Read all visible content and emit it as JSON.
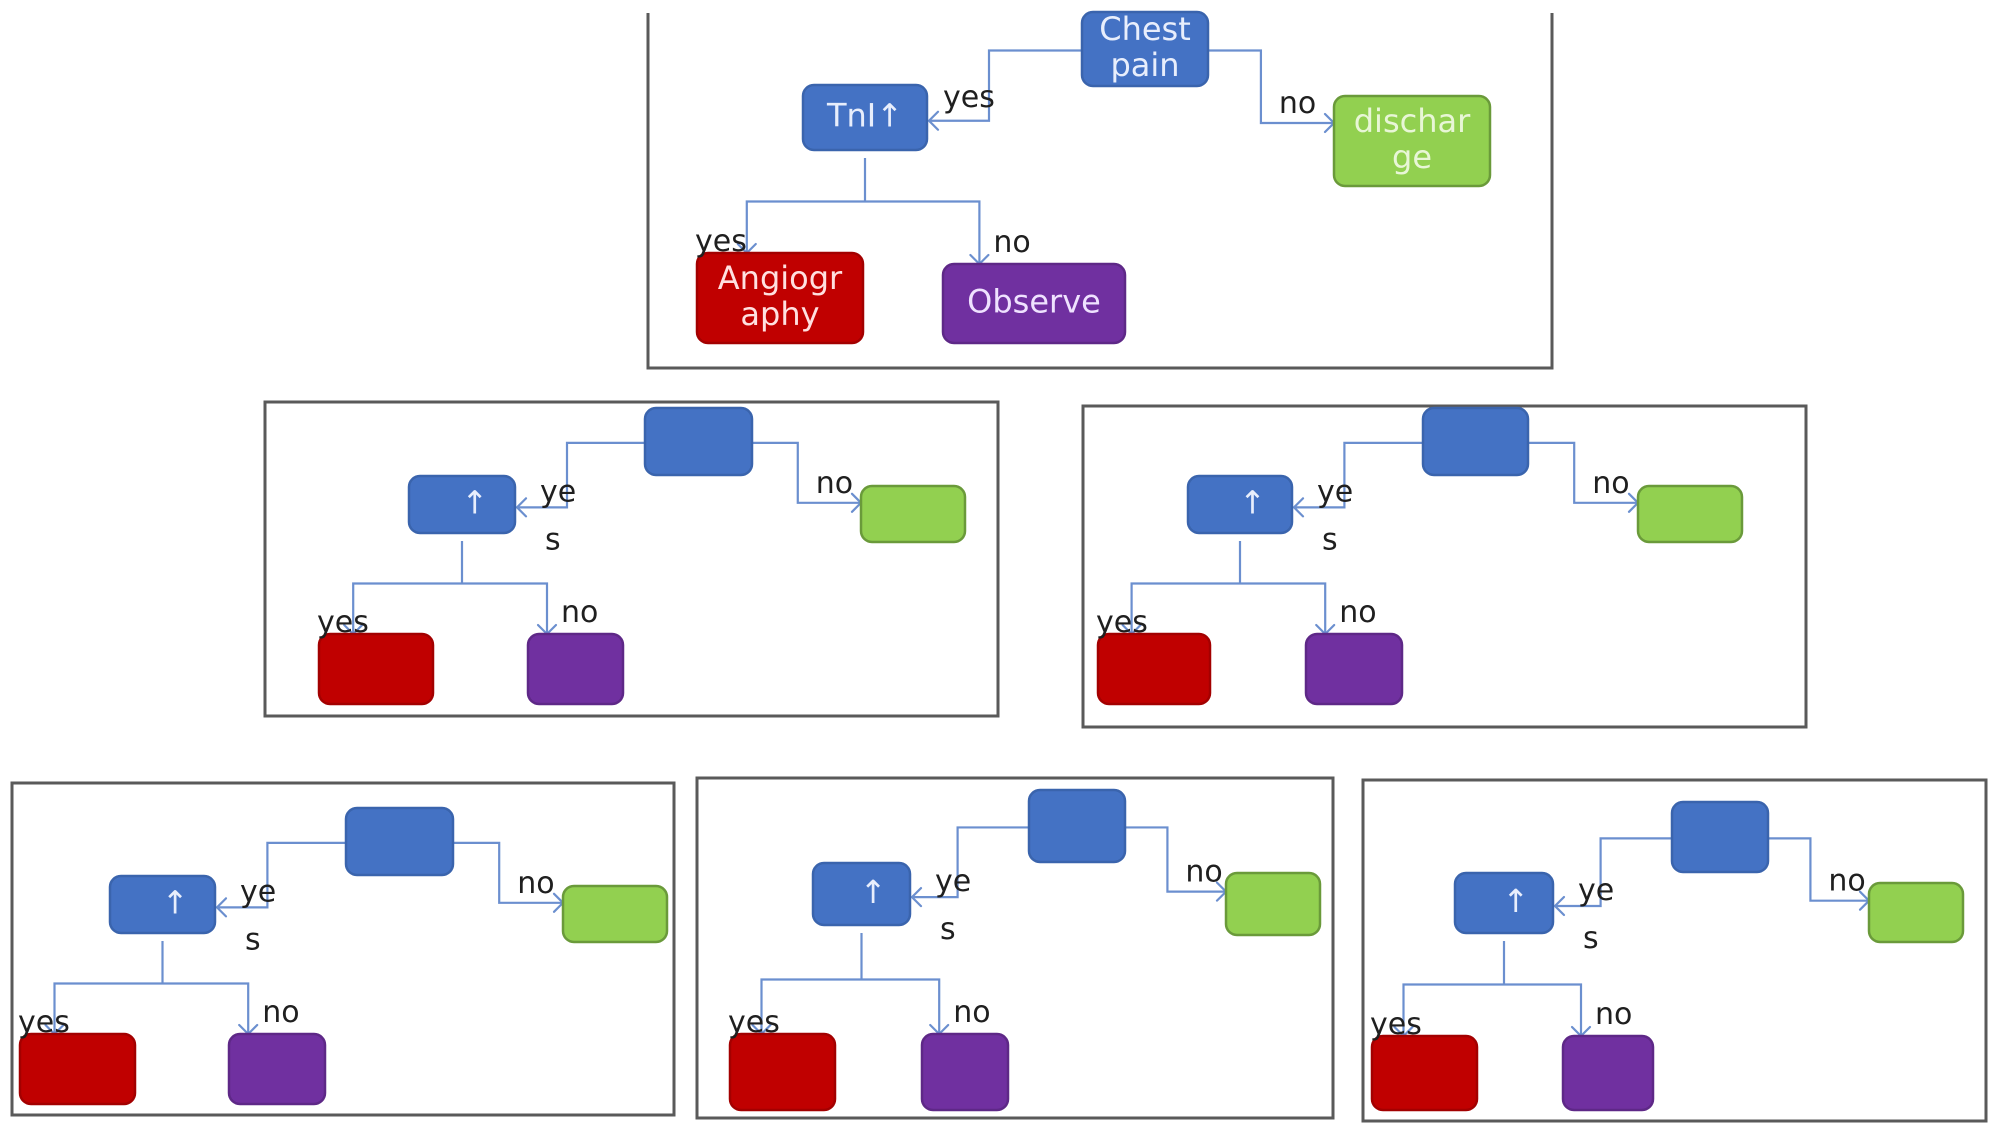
{
  "diagram": {
    "type": "decision-tree-panels",
    "colors": {
      "decision": "#4472C4",
      "discharge": "#92D050",
      "intervene": "#C00000",
      "observe": "#7030A0",
      "connector": "#6b8fcf",
      "frame": "#5a5a5a"
    },
    "edge_labels": {
      "yes": "yes",
      "no": "no",
      "yes_split_top": "ye",
      "yes_split_bottom": "s"
    },
    "panels": [
      {
        "id": "main",
        "nodes": {
          "root": {
            "lines": [
              "Chest",
              "pain"
            ]
          },
          "test": {
            "lines": [
              "TnI↑"
            ]
          },
          "discharge": {
            "lines": [
              "dischar",
              "ge"
            ]
          },
          "positive": {
            "lines": [
              "Angiogr",
              "aphy"
            ]
          },
          "negative": {
            "lines": [
              "Observe"
            ]
          }
        },
        "yes_label_split": false
      },
      {
        "id": "copy-1",
        "nodes": {
          "test": {
            "lines": [
              "↑"
            ]
          }
        },
        "yes_label_split": true
      },
      {
        "id": "copy-2",
        "nodes": {
          "test": {
            "lines": [
              "↑"
            ]
          }
        },
        "yes_label_split": true
      },
      {
        "id": "copy-3",
        "nodes": {
          "test": {
            "lines": [
              "↑"
            ]
          }
        },
        "yes_label_split": true
      },
      {
        "id": "copy-4",
        "nodes": {
          "test": {
            "lines": [
              "↑"
            ]
          }
        },
        "yes_label_split": true
      },
      {
        "id": "copy-5",
        "nodes": {
          "test": {
            "lines": [
              "↑"
            ]
          }
        },
        "yes_label_split": true
      }
    ]
  }
}
